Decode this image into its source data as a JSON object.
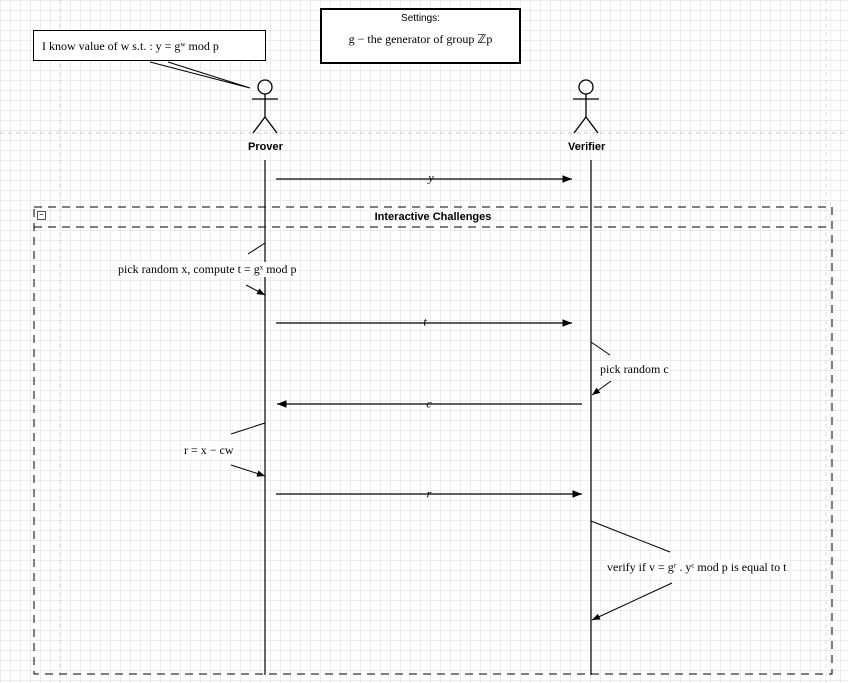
{
  "settings_box": {
    "title": "Settings:",
    "line": "g −  the generator of group ℤp"
  },
  "prover_note": "I know value of w s.t. : y = gʷ   mod  p",
  "actors": {
    "prover": "Prover",
    "verifier": "Verifier"
  },
  "messages": {
    "y": "y",
    "t": "t",
    "c": "c",
    "r": "r"
  },
  "frame": {
    "title": "Interactive Challenges",
    "collapse_symbol": "−"
  },
  "notes": {
    "pick_x": "pick random x,  compute t = gˣ   mod  p",
    "pick_c": "pick random c",
    "r_eq": "r = x − cw",
    "verify": "verify if v = gʳ . yᶜ   mod  p is equal to t"
  }
}
